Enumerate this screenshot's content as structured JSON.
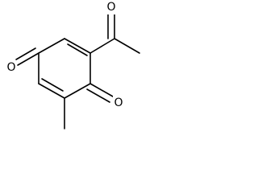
{
  "structure": {
    "atoms": {
      "o_ring_left": "O",
      "o_ring_right": "O",
      "o_acetyl": "O"
    }
  }
}
